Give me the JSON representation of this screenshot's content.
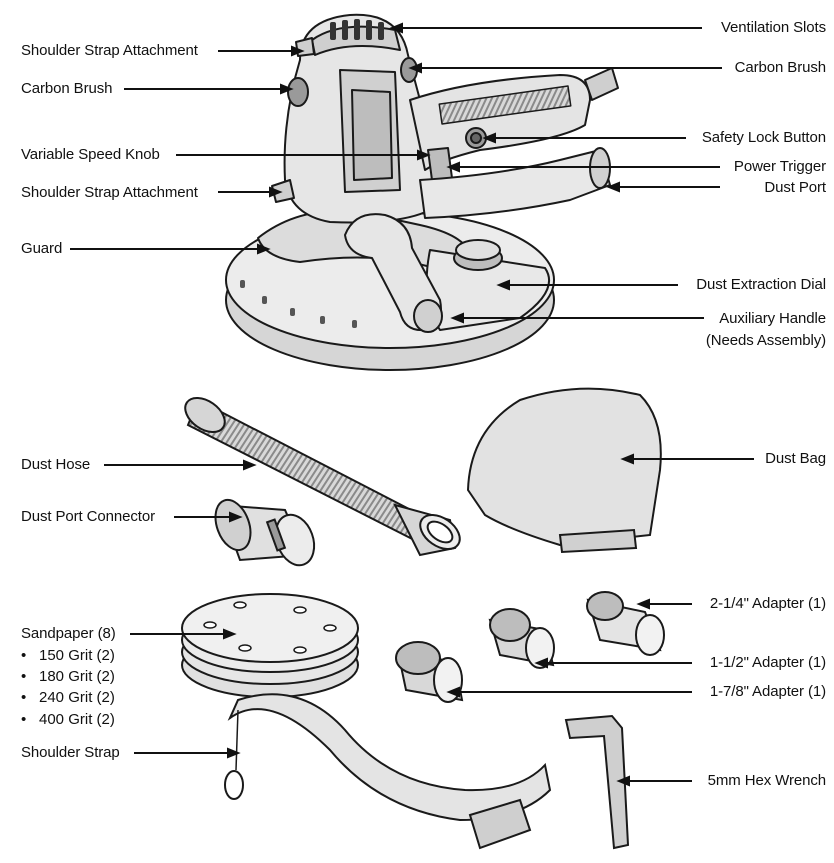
{
  "labels": {
    "ventilation_slots": "Ventilation Slots",
    "shoulder_strap_attachment_top": "Shoulder Strap Attachment",
    "carbon_brush_left": "Carbon Brush",
    "carbon_brush_right": "Carbon Brush",
    "safety_lock_button": "Safety Lock Button",
    "variable_speed_knob": "Variable Speed Knob",
    "power_trigger": "Power Trigger",
    "shoulder_strap_attachment_bottom": "Shoulder Strap Attachment",
    "dust_port": "Dust Port",
    "guard": "Guard",
    "dust_extraction_dial": "Dust Extraction Dial",
    "auxiliary_handle": "Auxiliary Handle",
    "auxiliary_handle_note": "(Needs Assembly)",
    "dust_hose": "Dust Hose",
    "dust_bag": "Dust Bag",
    "dust_port_connector": "Dust Port Connector",
    "adapter_2_1_4": "2-1/4\" Adapter (1)",
    "sandpaper": "Sandpaper (8)",
    "adapter_1_1_2": "1-1/2\" Adapter (1)",
    "adapter_1_7_8": "1-7/8\" Adapter (1)",
    "shoulder_strap": "Shoulder Strap",
    "hex_wrench": "5mm Hex Wrench"
  },
  "sandpaper_grits": [
    "150 Grit (2)",
    "180 Grit (2)",
    "240 Grit (2)",
    "400 Grit (2)"
  ],
  "bullet_glyph": "•",
  "colors": {
    "ink": "#111111",
    "fill": "#e6e6e6",
    "fill_dark": "#bdbdbd",
    "line": "#1a1a1a"
  }
}
